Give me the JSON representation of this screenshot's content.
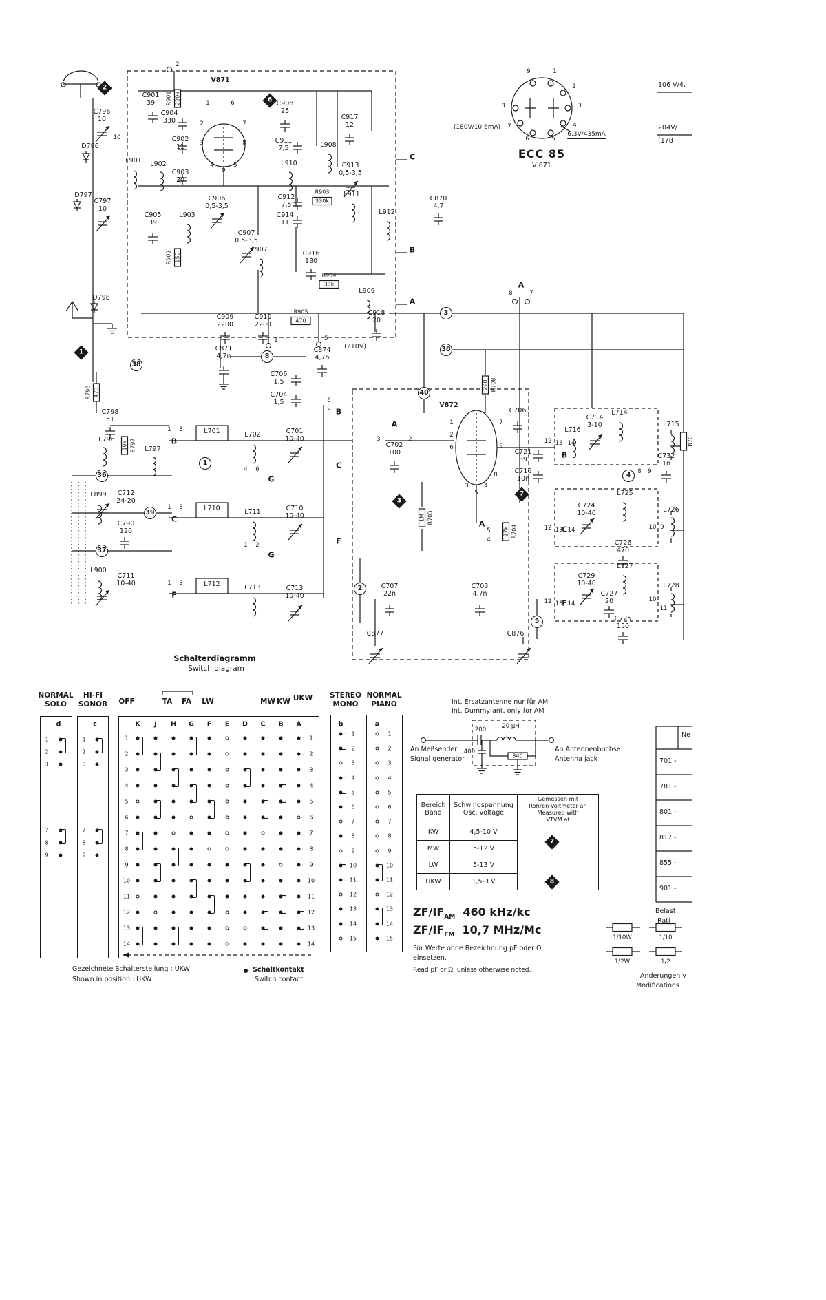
{
  "edge_right": {
    "v1": "106 V/4,",
    "v2": "204V/",
    "v3": "(178"
  },
  "tube_info": {
    "name": "ECC 85",
    "ref": "V 871",
    "left_volt": "(180V/10,6mA)",
    "right_volt": "6,3V/435mA"
  },
  "digits": {
    "1": "1",
    "2": "2",
    "3": "3",
    "4": "4",
    "5": "5",
    "6": "6",
    "7": "7",
    "8": "8",
    "9": "9",
    "10": "10",
    "11": "11",
    "12": "12",
    "13": "13",
    "14": "14",
    "15": "15",
    "30": "30",
    "36": "36",
    "37": "37",
    "38": "38",
    "39": "39",
    "40": "40"
  },
  "letters": {
    "A": "A",
    "B": "B",
    "C": "C",
    "F": "F",
    "G": "G"
  },
  "fm": {
    "v871": "V871",
    "c901": "C901\n39",
    "c904": "C904\n330",
    "c796": "C796\n10",
    "trim10": "10",
    "d786": "D786",
    "l901": "L901",
    "l902": "L902",
    "c902": "C902\n11",
    "c903": "C903\n20",
    "d797": "D797",
    "c797": "C797\n10",
    "c905": "C905\n39",
    "l903": "L903",
    "c906": "C906\n0,5-3,5",
    "c907": "C907\n0,5-3,5",
    "l907": "L907",
    "c911": "C911\n7,5",
    "c912": "C912\n7,5",
    "c914": "C914\n11",
    "c916": "C916\n130",
    "c908": "C908\n25",
    "c917": "C917\n12",
    "l908": "L908",
    "l910": "L910",
    "c913": "C913\n0,5-3,5",
    "l911": "L911",
    "l912": "L912",
    "c870": "C870\n4,7",
    "l909": "L909",
    "c909": "C909\n2200",
    "c910": "C910\n2200",
    "c871": "C871\n4,7n",
    "c874": "C874\n4,7n",
    "c918": "C918\n20",
    "v210": "(210V)",
    "d798": "D798"
  },
  "res": {
    "r901_n": "R901",
    "r901_v": "220k",
    "r902_n": "R902",
    "r902_v": "150",
    "r903_n": "R903",
    "r903_v": "330k",
    "r904_n": "R904",
    "r904_v": "33k",
    "r905_n": "R905",
    "r905_v": "470",
    "r796_n": "R796",
    "r796_v": "470",
    "r797_n": "R797",
    "r797_v": "10k",
    "r708_n": "R708",
    "r708_v": "220",
    "r703_n": "R703",
    "r703_v": "1M",
    "r704_n": "R704",
    "r704_v": "27k",
    "r70x": "R70"
  },
  "am": {
    "c798": "C798\n51",
    "l796": "L796",
    "l797": "L797",
    "l899": "L899",
    "c712": "C712\n24-20",
    "c790": "C790\n120",
    "l900": "L900",
    "c711": "C711\n10-40",
    "l701": "L701",
    "l702": "L702",
    "c701": "C701\n10-40",
    "l710": "L710",
    "l711": "L711",
    "c710": "C710\n10-40",
    "l712": "L712",
    "l713": "L713",
    "c713": "C713\n10-40",
    "c706a": "C706\n1,5",
    "c704": "C704\n1,5",
    "v872": "V872",
    "c705": "C706",
    "c702": "C702\n100",
    "c721": "C721\n39",
    "c716": "C716\n10n",
    "l716": "L716",
    "c714": "C714\n3-10",
    "l714": "L714",
    "l715": "L715",
    "c732": "C732\n1n",
    "l725": "L725",
    "c724": "C724\n10-40",
    "l726": "L726",
    "c726": "C726\n470",
    "l727": "L727",
    "c729": "C729\n10-40",
    "c727": "C727\n20",
    "l728": "L728",
    "c725": "C725\n150",
    "c876": "C876",
    "c877": "C877",
    "c707": "C707\n22n",
    "c703": "C703\n4,7n"
  },
  "switch": {
    "title_de": "Schalterdiagramm",
    "title_en": "Switch diagram",
    "headers": {
      "normal": "NORMAL",
      "solo": "SOLO",
      "hifi": "HI-FI",
      "sonor": "SONOR",
      "off": "OFF",
      "ta": "TA",
      "fa": "FA",
      "lw": "LW",
      "mw": "MW",
      "kw": "KW",
      "ukw": "UKW",
      "stereo": "STEREO",
      "mono": "MONO",
      "normal2": "NORMAL",
      "piano": "PIANO"
    },
    "cols_main": [
      "K",
      "J",
      "H",
      "G",
      "F",
      "E",
      "D",
      "C",
      "B",
      "A"
    ],
    "col_d": "d",
    "col_c": "c",
    "col_b": "b",
    "col_a": "a",
    "rows_main": [
      "1",
      "2",
      "3",
      "4",
      "5",
      "6",
      "7",
      "8",
      "9",
      "10",
      "11",
      "12",
      "13",
      "14"
    ],
    "rows15": [
      "1",
      "2",
      "3",
      "4",
      "5",
      "6",
      "7",
      "8",
      "9",
      "10",
      "11",
      "12",
      "13",
      "14",
      "15"
    ],
    "rows_side": [
      "1",
      "2",
      "3",
      "7",
      "8",
      "9"
    ],
    "matrix_main": {
      "K": [
        "h",
        "f",
        "f",
        "f",
        "o",
        "f",
        "h",
        "f",
        "f",
        "f",
        "o",
        "f",
        "h",
        "f"
      ],
      "J": [
        "f",
        "h",
        "f",
        "f",
        "h",
        "f",
        "f",
        "f",
        "h",
        "f",
        "f",
        "o",
        "f",
        "f"
      ],
      "H": [
        "f",
        "f",
        "h",
        "f",
        "f",
        "f",
        "o",
        "h",
        "f",
        "f",
        "f",
        "f",
        "h",
        "f"
      ],
      "G": [
        "h",
        "f",
        "f",
        "h",
        "f",
        "o",
        "f",
        "f",
        "f",
        "h",
        "f",
        "f",
        "f",
        "f"
      ],
      "F": [
        "f",
        "f",
        "f",
        "f",
        "h",
        "f",
        "f",
        "o",
        "f",
        "f",
        "h",
        "f",
        "f",
        "f"
      ],
      "E": [
        "o",
        "o",
        "o",
        "o",
        "o",
        "o",
        "o",
        "o",
        "f",
        "f",
        "f",
        "o",
        "o",
        "o"
      ],
      "D": [
        "f",
        "f",
        "h",
        "f",
        "f",
        "f",
        "f",
        "f",
        "h",
        "f",
        "f",
        "f",
        "o",
        "f"
      ],
      "C": [
        "h",
        "f",
        "f",
        "f",
        "h",
        "f",
        "o",
        "f",
        "f",
        "f",
        "f",
        "h",
        "f",
        "f"
      ],
      "B": [
        "f",
        "f",
        "f",
        "h",
        "f",
        "f",
        "f",
        "f",
        "o",
        "f",
        "h",
        "f",
        "f",
        "f"
      ],
      "A": [
        "h",
        "f",
        "f",
        "f",
        "f",
        "o",
        "f",
        "f",
        "f",
        "f",
        "f",
        "h",
        "f",
        "f"
      ]
    },
    "matrix_d": [
      "h",
      "f",
      "f",
      "h",
      "f",
      "f"
    ],
    "matrix_c": [
      "h",
      "f",
      "f",
      "h",
      "f",
      "f"
    ],
    "matrix_b": [
      "h",
      "f",
      "o",
      "h",
      "f",
      "f",
      "o",
      "f",
      "o",
      "h",
      "f",
      "o",
      "h",
      "f",
      "o"
    ],
    "matrix_a": [
      "o",
      "o",
      "o",
      "o",
      "o",
      "o",
      "o",
      "o",
      "o",
      "h",
      "f",
      "o",
      "h",
      "f",
      "f"
    ],
    "note_de": "Gezeichnete Schalterstellung : UKW",
    "note_en": "Shown in position : UKW",
    "contact_de": "Schaltkontakt",
    "contact_en": "Switch contact"
  },
  "dummy": {
    "line1_de": "Int. Ersatzantenne  nur für AM",
    "line1_en": "Int. Dummy ant. only for AM",
    "c1": "200",
    "l1": "20 µH",
    "c2": "400",
    "r1": "340",
    "left1": "An Meßsender",
    "left2": "Signal generator",
    "right1": "An Antennenbuchse",
    "right2": "Antenna jack"
  },
  "vtable": {
    "h1": "Bereich\nBand",
    "h2": "Schwingspannung\nOsc. voltage",
    "h3": "Gemessen mit\nRöhren-Voltmeter an\nMeasured with\nVTVM at",
    "rows": [
      {
        "band": "KW",
        "v": "4,5-10 V"
      },
      {
        "band": "MW",
        "v": "5-12 V"
      },
      {
        "band": "LW",
        "v": "5-13 V"
      },
      {
        "band": "UKW",
        "v": "1,5-3 V"
      }
    ]
  },
  "iftext": {
    "zf": "ZF/IF",
    "am_sub": "AM",
    "am_val": "460 kHz/kc",
    "fm_sub": "FM",
    "fm_val": "10,7 MHz/Mc"
  },
  "notes": {
    "de1": "Für  Werte  ohne  Bezeichnung  pF  oder  Ω",
    "de2": "einsetzen.",
    "en": "Read pF or Ω, unless otherwise noted."
  },
  "parts": {
    "header": "Ne",
    "rows": [
      "701 -",
      "781 -",
      "801 -",
      "817 -",
      "855 -",
      "901 -"
    ]
  },
  "watt": {
    "h_de": "Belast",
    "h_en": "Rati",
    "w1": "1/10W",
    "w2": "1/2W",
    "w1b": "1/10",
    "w2b": "1/2"
  },
  "changes": {
    "de": "Änderungen  v",
    "en": "Modifications"
  }
}
